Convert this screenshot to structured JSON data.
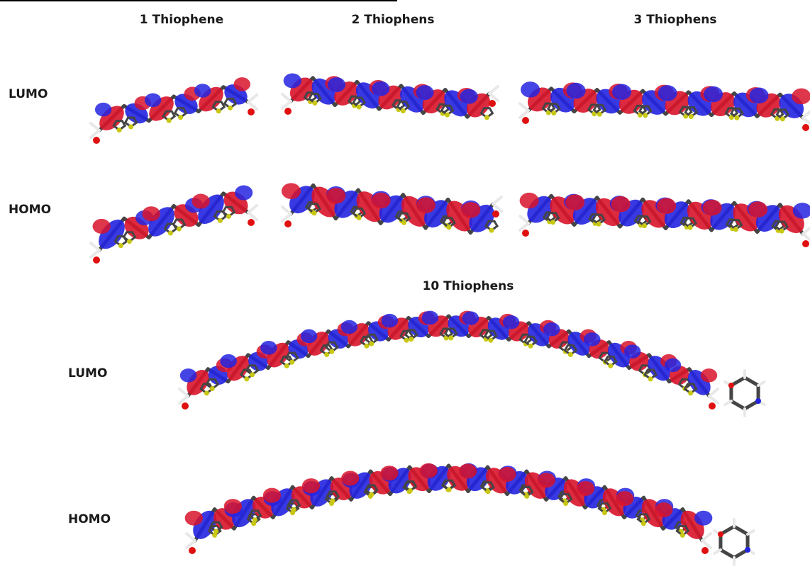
{
  "columns": [
    "1 Thiophene",
    "2 Thiophens",
    "3 Thiophens"
  ],
  "bottom_title": "10 Thiophens",
  "row_labels": {
    "top_lumo": "LUMO",
    "top_homo": "HOMO",
    "bottom_lumo": "LUMO",
    "bottom_homo": "HOMO"
  },
  "colors": {
    "lobe_red": "#d8132a",
    "lobe_blue": "#2424e0",
    "sulfur": "#c8c814",
    "carbon": "#454545",
    "hydrogen": "#e8e8e8",
    "oxygen": "#e01010"
  }
}
